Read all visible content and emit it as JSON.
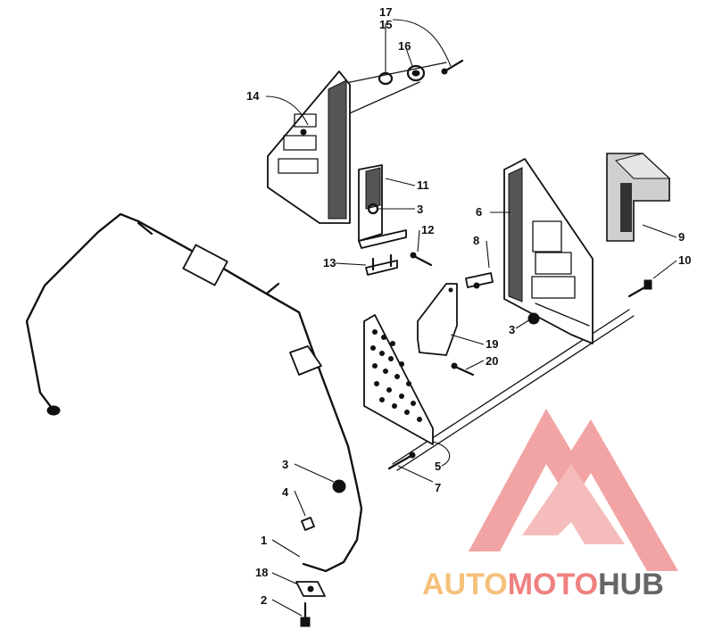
{
  "callouts": {
    "c17": "17",
    "c15": "15",
    "c16": "16",
    "c14": "14",
    "c11": "11",
    "c3a": "3",
    "c12": "12",
    "c13": "13",
    "c6": "6",
    "c9": "9",
    "c8": "8",
    "c10": "10",
    "c3b": "3",
    "c19": "19",
    "c20": "20",
    "c3c": "3",
    "c5": "5",
    "c7": "7",
    "c4": "4",
    "c1": "1",
    "c18": "18",
    "c2": "2"
  },
  "watermark": {
    "part1": "AUTO",
    "part2": "MOTO",
    "part3": "HUB",
    "color_primary": "#f08080",
    "color_secondary": "#f5c07a",
    "color_dark": "#666666"
  }
}
